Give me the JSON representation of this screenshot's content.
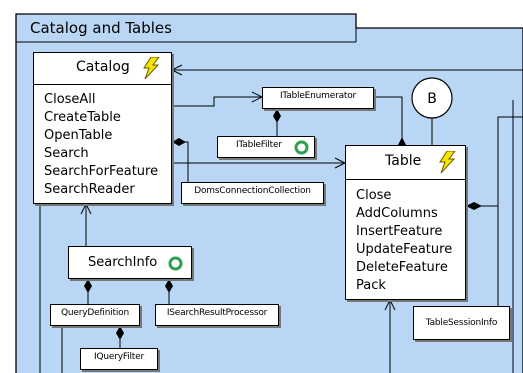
{
  "package": {
    "title": "Catalog and Tables"
  },
  "catalog": {
    "name": "Catalog",
    "methods": [
      "CloseAll",
      "CreateTable",
      "OpenTable",
      "Search",
      "SearchForFeature",
      "SearchReader"
    ]
  },
  "table": {
    "name": "Table",
    "methods": [
      "Close",
      "AddColumns",
      "InsertFeature",
      "UpdateFeature",
      "DeleteFeature",
      "Pack"
    ]
  },
  "search_info": {
    "name": "SearchInfo"
  },
  "classes": {
    "itable_enumerator": "ITableEnumerator",
    "itable_filter": "ITableFilter",
    "doms_connection_collection": "DomsConnectionCollection",
    "query_definition": "QueryDefinition",
    "isearch_result_processor": "ISearchResultProcessor",
    "iquery_filter": "IQueryFilter",
    "table_session_info": "TableSessionInfo"
  },
  "connector": {
    "label": "B"
  },
  "icons": {
    "class_stereotype": "lightning-bolt-icon",
    "interface_marker": "lollipop-interface-icon"
  },
  "colors": {
    "package_fill": "#b9d7f4",
    "box_fill": "#ffffff",
    "lightning": "#f5e600",
    "interface_ring": "#2e9f4a",
    "line": "#000000"
  }
}
